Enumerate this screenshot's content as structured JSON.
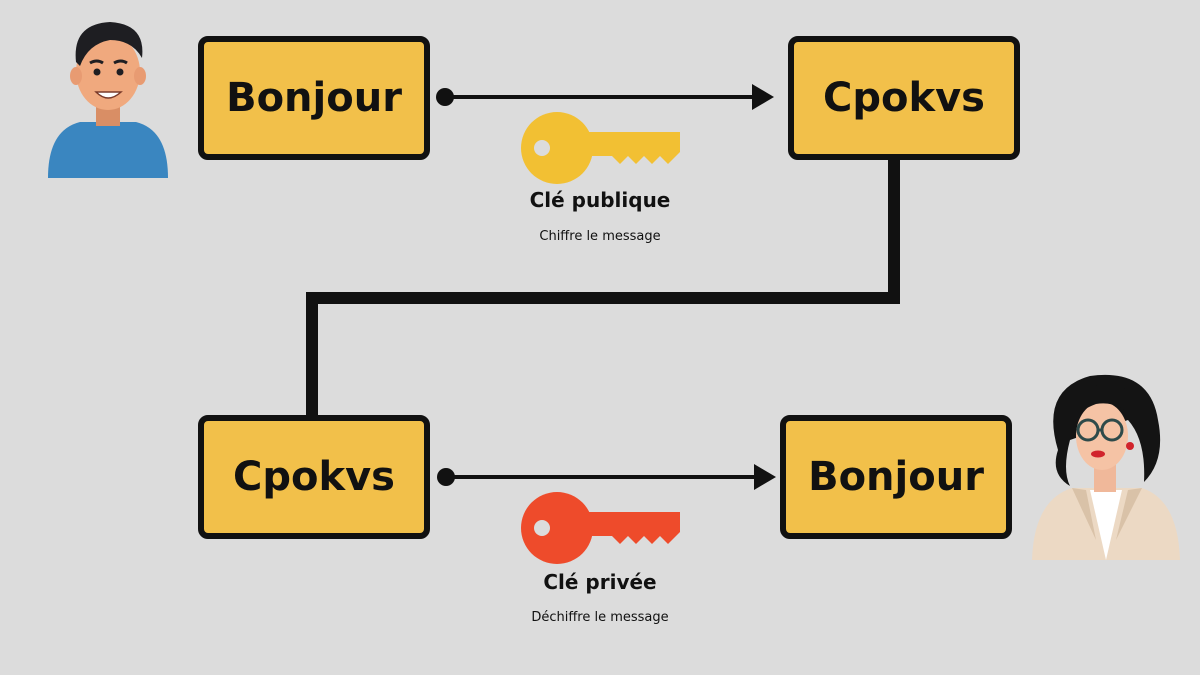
{
  "diagram": {
    "boxes": {
      "top_left": "Bonjour",
      "top_right": "Cpokvs",
      "bottom_left": "Cpokvs",
      "bottom_right": "Bonjour"
    },
    "public_key": {
      "title": "Clé publique",
      "caption": "Chiffre le message",
      "color": "#f2c033"
    },
    "private_key": {
      "title": "Clé privée",
      "caption": "Déchiffre le message",
      "color": "#ee4b2b"
    },
    "colors": {
      "background": "#dcdcdc",
      "box_fill": "#f2c04a",
      "stroke": "#111111"
    }
  }
}
